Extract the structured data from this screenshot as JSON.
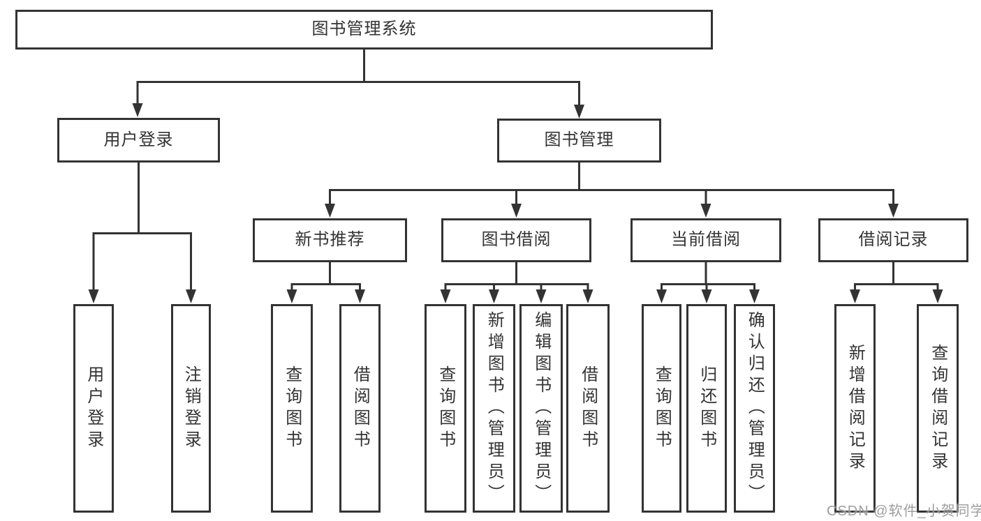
{
  "tree": {
    "label": "图书管理系统",
    "children": [
      {
        "label": "用户登录",
        "children": [
          {
            "label": "用户登录"
          },
          {
            "label": "注销登录"
          }
        ]
      },
      {
        "label": "图书管理",
        "children": [
          {
            "label": "新书推荐",
            "children": [
              {
                "label": "查询图书"
              },
              {
                "label": "借阅图书"
              }
            ]
          },
          {
            "label": "图书借阅",
            "children": [
              {
                "label": "查询图书"
              },
              {
                "label": "新增图书（管理员）"
              },
              {
                "label": "编辑图书（管理员）"
              },
              {
                "label": "借阅图书"
              }
            ]
          },
          {
            "label": "当前借阅",
            "children": [
              {
                "label": "查询图书"
              },
              {
                "label": "归还图书"
              },
              {
                "label": "确认归还（管理员）"
              }
            ]
          },
          {
            "label": "借阅记录",
            "children": [
              {
                "label": "新增借阅记录"
              },
              {
                "label": "查询借阅记录"
              }
            ]
          }
        ]
      }
    ]
  },
  "watermark": {
    "text": "CSDN @软件_小贺同学"
  },
  "colors": {
    "line": "#333333",
    "box_background": "#ffffff",
    "watermark": "#969696",
    "background": "#ffffff"
  }
}
